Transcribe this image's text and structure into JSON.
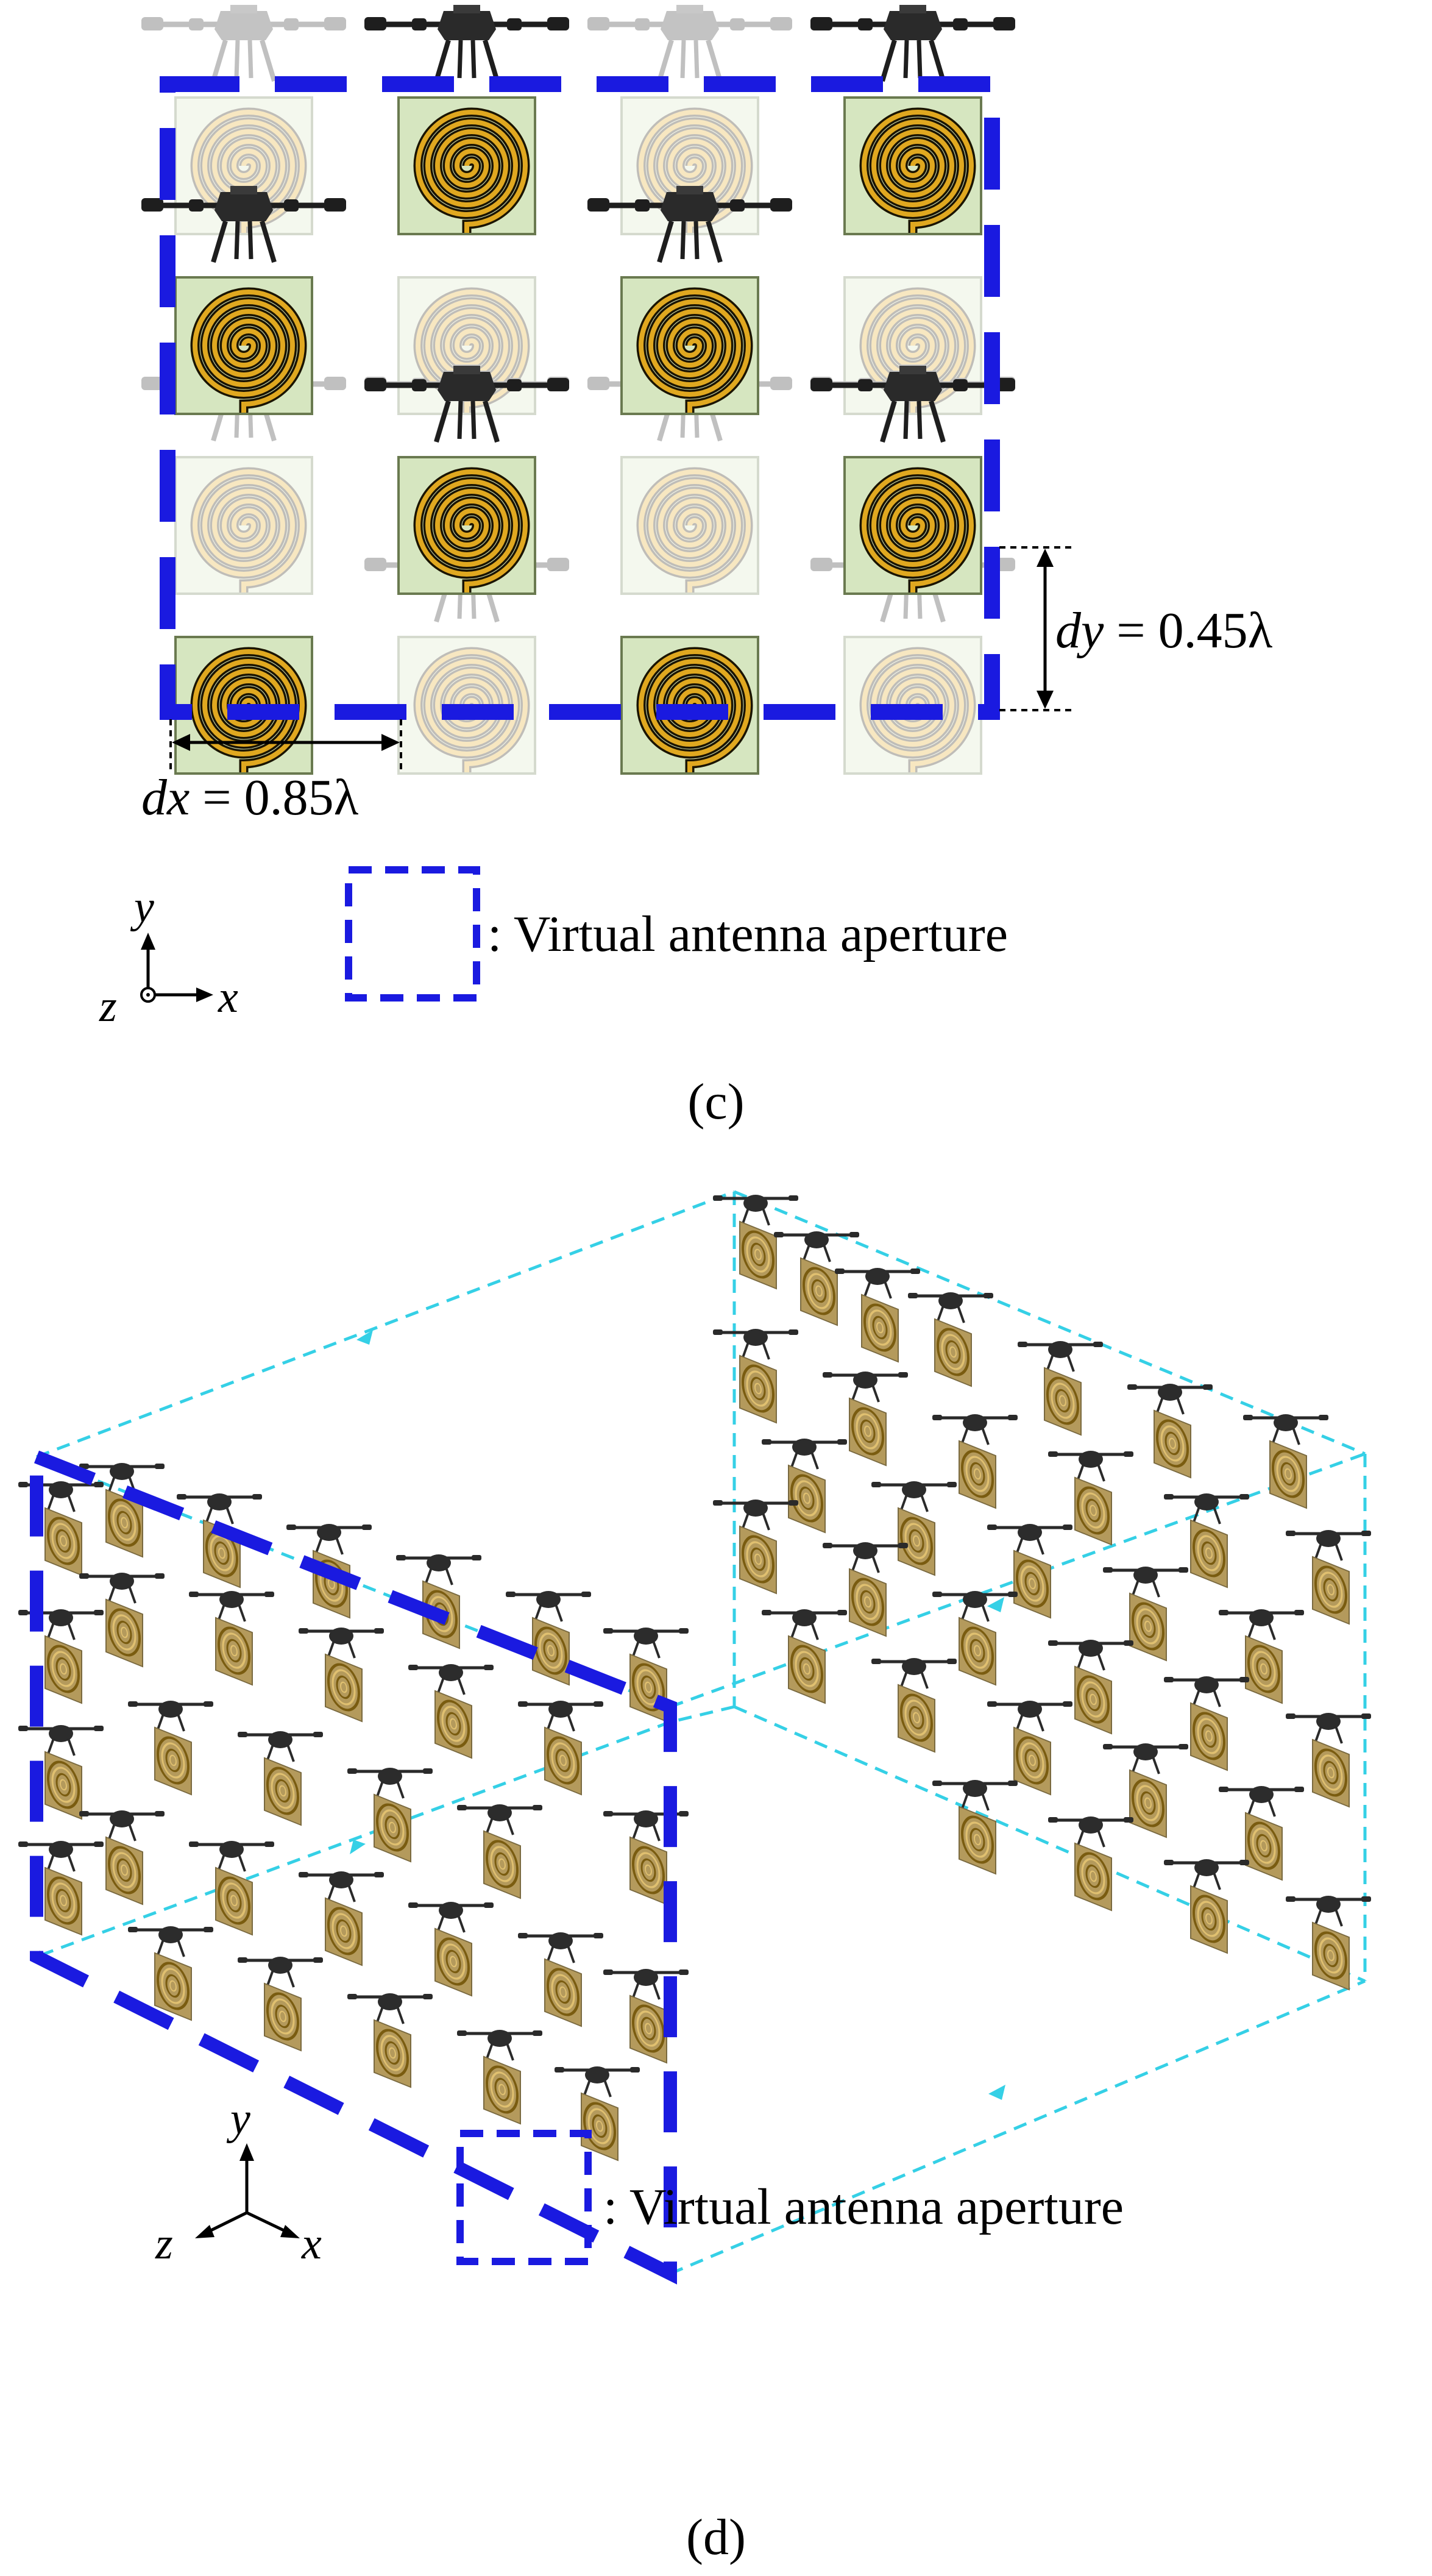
{
  "panel_c": {
    "caption": "(c)",
    "dx_symbol": "dx",
    "dx_rest": " = 0.85λ",
    "dy_symbol": "dy",
    "dy_rest": " = 0.45λ",
    "axis_x": "x",
    "axis_y": "y",
    "axis_z": "z",
    "legend_label": ": Virtual antenna aperture"
  },
  "panel_d": {
    "caption": "(d)",
    "axis_x": "x",
    "axis_y": "y",
    "axis_z": "z",
    "legend_label": ": Virtual antenna aperture"
  },
  "colors": {
    "aperture_border": "#1a1ae0",
    "path_line": "#35d0e6",
    "antenna_board": "#d6e6c0",
    "spiral_gold": "#d4a020",
    "drone_body": "#2a2a2a"
  },
  "icons": {
    "drone": "quadcopter-drone-icon",
    "antenna": "spiral-antenna-icon"
  }
}
